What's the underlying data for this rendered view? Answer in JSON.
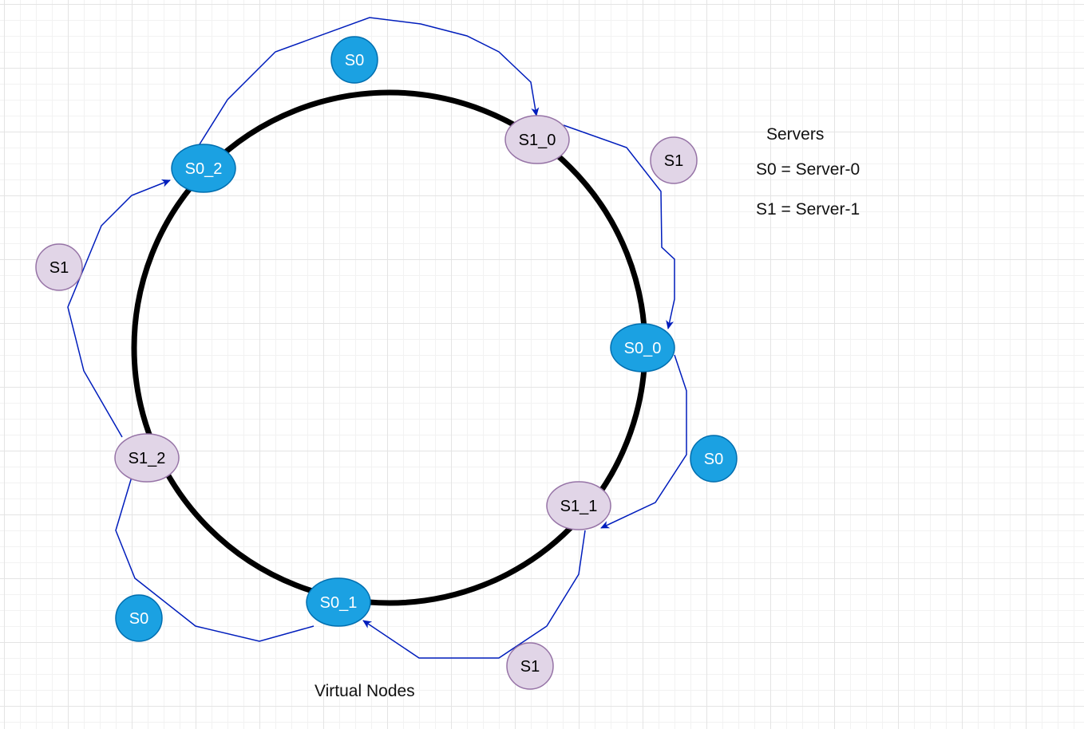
{
  "legend": {
    "title": "Servers",
    "entries": [
      "S0 = Server-0",
      "S1 = Server-1"
    ]
  },
  "caption": "Virtual Nodes",
  "ring_nodes": {
    "s1_0": "S1_0",
    "s0_2": "S0_2",
    "s0_0": "S0_0",
    "s1_1": "S1_1",
    "s0_1": "S0_1",
    "s1_2": "S1_2"
  },
  "server_markers": {
    "s0_top": "S0",
    "s1_upper_right": "S1",
    "s1_left": "S1",
    "s0_right": "S0",
    "s0_bottom_left": "S0",
    "s1_bottom": "S1"
  },
  "colors": {
    "server0_fill": "#1BA1E2",
    "server0_stroke": "#006EAF",
    "server1_fill": "#E1D5E7",
    "server1_stroke": "#9673A6",
    "ring": "#000000",
    "arrow": "#001DBC"
  }
}
